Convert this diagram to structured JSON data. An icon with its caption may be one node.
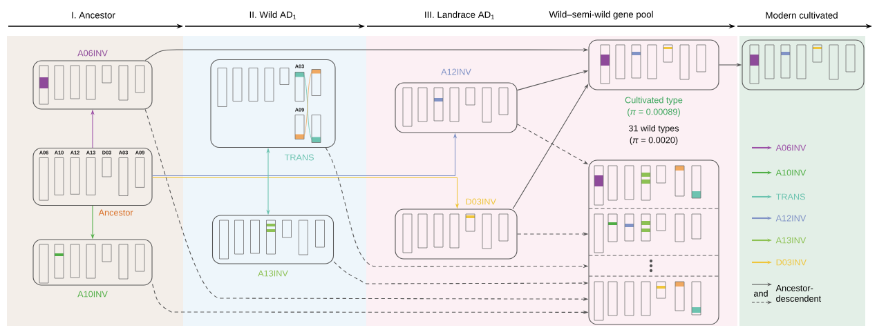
{
  "diagram": {
    "nodes": [
      {
        "text": [
          "A06INV"
        ]
      },
      {
        "text": [
          "A06",
          "A10",
          "A12",
          "A13",
          "D03",
          "A03",
          "A09",
          "Ancestor"
        ]
      },
      {
        "text": [
          "A10INV"
        ]
      },
      {
        "text": [
          "A03",
          "A09",
          "TRANS"
        ]
      },
      {
        "text": [
          "A13INV"
        ]
      },
      {
        "text": [
          "A12INV"
        ]
      },
      {
        "text": [
          "D03INV"
        ]
      },
      {
        "text": [
          "Cultivated type",
          "(*π* = 0.00089)"
        ]
      },
      {
        "text": [
          "31 wild types",
          "(*π* = 0.0020)"
        ]
      },
      {
        "text": [],
        "shape": "box"
      }
    ],
    "edges": [
      {
        "from": 0,
        "to": 7,
        "arrow": "to"
      },
      {
        "from": 1,
        "to": 0,
        "arrow": "to",
        "color": "#9b4fa6"
      },
      {
        "from": 1,
        "to": 2,
        "arrow": "to",
        "color": "#4fae44"
      },
      {
        "from": 1,
        "to": 5,
        "arrow": "to",
        "color": "#8193c6"
      },
      {
        "from": 1,
        "to": 6,
        "arrow": "to",
        "color": "#efc53a"
      },
      {
        "from": 3,
        "to": 4,
        "arrow": "both",
        "color": "#6cc3b0"
      },
      {
        "from": 5,
        "to": 7,
        "arrow": "to"
      },
      {
        "from": 6,
        "to": 7,
        "arrow": "to"
      },
      {
        "from": 7,
        "to": 9,
        "arrow": "to"
      },
      {
        "from": 5,
        "to": 8,
        "arrow": "to",
        "style": "dashed"
      },
      {
        "from": 6,
        "to": 8,
        "arrow": "to",
        "style": "dashed"
      },
      {
        "from": 3,
        "to": 8,
        "arrow": "to",
        "style": "dashed"
      },
      {
        "from": 4,
        "to": 8,
        "arrow": "to",
        "style": "dashed"
      },
      {
        "from": 0,
        "to": 8,
        "arrow": "to",
        "style": "dashed"
      },
      {
        "from": 2,
        "to": 8,
        "arrow": "to",
        "style": "dashed"
      }
    ],
    "labels": [
      "I. Ancestor",
      "II. Wild AD$_{1}$",
      "III. Landrace AD$_{1}$",
      "Wild–semi-wild gene pool",
      "Modern cultivated",
      "and"
    ],
    "legend": [
      {
        "text": "A06INV",
        "color": "#9b4fa6"
      },
      {
        "text": "A10INV",
        "color": "#4fae44"
      },
      {
        "text": "TRANS",
        "color": "#6cc3b0"
      },
      {
        "text": "A12INV",
        "color": "#8193c6"
      },
      {
        "text": "A13INV",
        "color": "#8dc153"
      },
      {
        "text": "D03INV",
        "color": "#efc53a"
      },
      {
        "text": "Ancestor-descendent"
      }
    ]
  }
}
